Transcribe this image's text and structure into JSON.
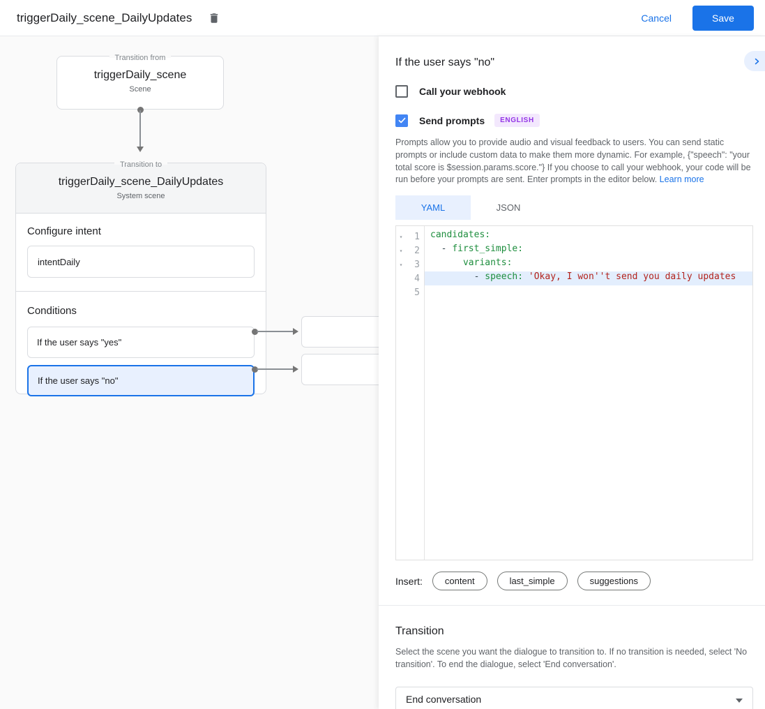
{
  "header": {
    "title": "triggerDaily_scene_DailyUpdates",
    "cancel_label": "Cancel",
    "save_label": "Save"
  },
  "diagram": {
    "from_box": {
      "legend": "Transition from",
      "title": "triggerDaily_scene",
      "subtitle": "Scene"
    },
    "to_box": {
      "legend": "Transition to",
      "title": "triggerDaily_scene_DailyUpdates",
      "subtitle": "System scene",
      "configure_intent_label": "Configure intent",
      "intent_value": "intentDaily",
      "conditions_label": "Conditions",
      "conditions": [
        {
          "label": "If the user says \"yes\"",
          "selected": false
        },
        {
          "label": "If the user says \"no\"",
          "selected": true
        }
      ]
    }
  },
  "panel": {
    "title": "If the user says \"no\"",
    "webhook": {
      "label": "Call your webhook",
      "checked": false
    },
    "send_prompts": {
      "label": "Send prompts",
      "checked": true,
      "language_badge": "ENGLISH"
    },
    "description": "Prompts allow you to provide audio and visual feedback to users. You can send static prompts or include custom data to make them more dynamic. For example, {\"speech\": \"your total score is $session.params.score.\"} If you choose to call your webhook, your code will be run before your prompts are sent. Enter prompts in the editor below. ",
    "learn_more_label": "Learn more",
    "tabs": {
      "yaml": "YAML",
      "json": "JSON"
    },
    "editor": {
      "lines": [
        {
          "num": "1",
          "fold": true,
          "highlight": false,
          "tokens": [
            {
              "t": "key",
              "v": "candidates:"
            }
          ]
        },
        {
          "num": "2",
          "fold": true,
          "highlight": false,
          "tokens": [
            {
              "t": "plain",
              "v": "  - "
            },
            {
              "t": "key",
              "v": "first_simple:"
            }
          ]
        },
        {
          "num": "3",
          "fold": true,
          "highlight": false,
          "tokens": [
            {
              "t": "plain",
              "v": "      "
            },
            {
              "t": "key",
              "v": "variants:"
            }
          ]
        },
        {
          "num": "4",
          "fold": false,
          "highlight": true,
          "tokens": [
            {
              "t": "plain",
              "v": "        - "
            },
            {
              "t": "key",
              "v": "speech:"
            },
            {
              "t": "plain",
              "v": " "
            },
            {
              "t": "str",
              "v": "'Okay, I won''t send you daily updates"
            }
          ]
        },
        {
          "num": "5",
          "fold": false,
          "highlight": false,
          "tokens": []
        }
      ]
    },
    "insert": {
      "label": "Insert:",
      "chips": [
        "content",
        "last_simple",
        "suggestions"
      ]
    },
    "transition": {
      "heading": "Transition",
      "description": "Select the scene you want the dialogue to transition to. If no transition is needed, select 'No transition'. To end the dialogue, select 'End conversation'.",
      "selected_value": "End conversation"
    }
  },
  "colors": {
    "accent_blue": "#1a73e8",
    "checkbox_blue": "#4285f4",
    "selected_condition_bg": "#e8f0fe",
    "badge_purple": "#9334e6",
    "badge_purple_bg": "#f3e8fd",
    "code_key_green": "#1e8e3e",
    "code_string_red": "#b3231c",
    "code_highlight_bg": "#e3eefd"
  }
}
